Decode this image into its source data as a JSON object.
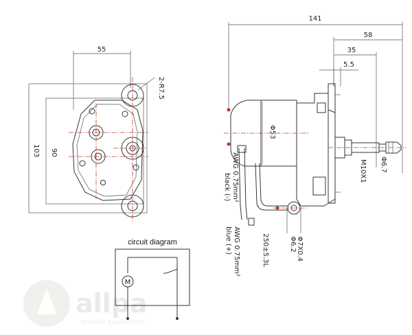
{
  "front_view": {
    "dim_width_top": "55",
    "dim_radius": "2-R7.5",
    "dim_height_outer": "103",
    "dim_height_inner": "90"
  },
  "side_view": {
    "dim_total_length": "141",
    "dim_58": "58",
    "dim_35": "35",
    "dim_5_5": "5.5",
    "dim_body_dia": "Φ53",
    "dim_shaft_dia": "Φ6.7",
    "dim_thread": "M10X1",
    "dim_terminal_dia": "Φ6.2",
    "dim_terminal_spec": "Φ7X0.4",
    "wire_black_spec": "AWG 0.75mm²",
    "wire_black_color": "black (-)",
    "wire_blue_spec": "AWG 0.75mm²",
    "wire_blue_color": "blue (+)",
    "wire_length": "250±5.3L"
  },
  "circuit": {
    "title": "circuit diagram",
    "motor_symbol": "M"
  },
  "watermark": {
    "brand": "allpa",
    "tagline": "marine equipment"
  }
}
